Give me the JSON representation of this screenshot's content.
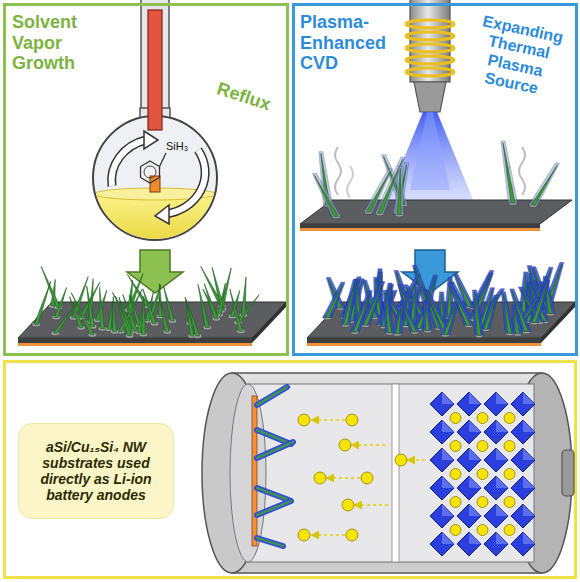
{
  "diagram": {
    "nodes": [
      {
        "text": [
          "Solvent Vapor Growth",
          "Reflux",
          "SiH₃"
        ]
      },
      {
        "text": [
          "Plasma-Enhanced CVD",
          "Expanding Thermal Plasma Source"
        ]
      },
      {
        "text": [
          "aSi/Cu₁₅Si₄ NW substrates used directly as Li-ion battery anodes"
        ]
      }
    ]
  }
}
